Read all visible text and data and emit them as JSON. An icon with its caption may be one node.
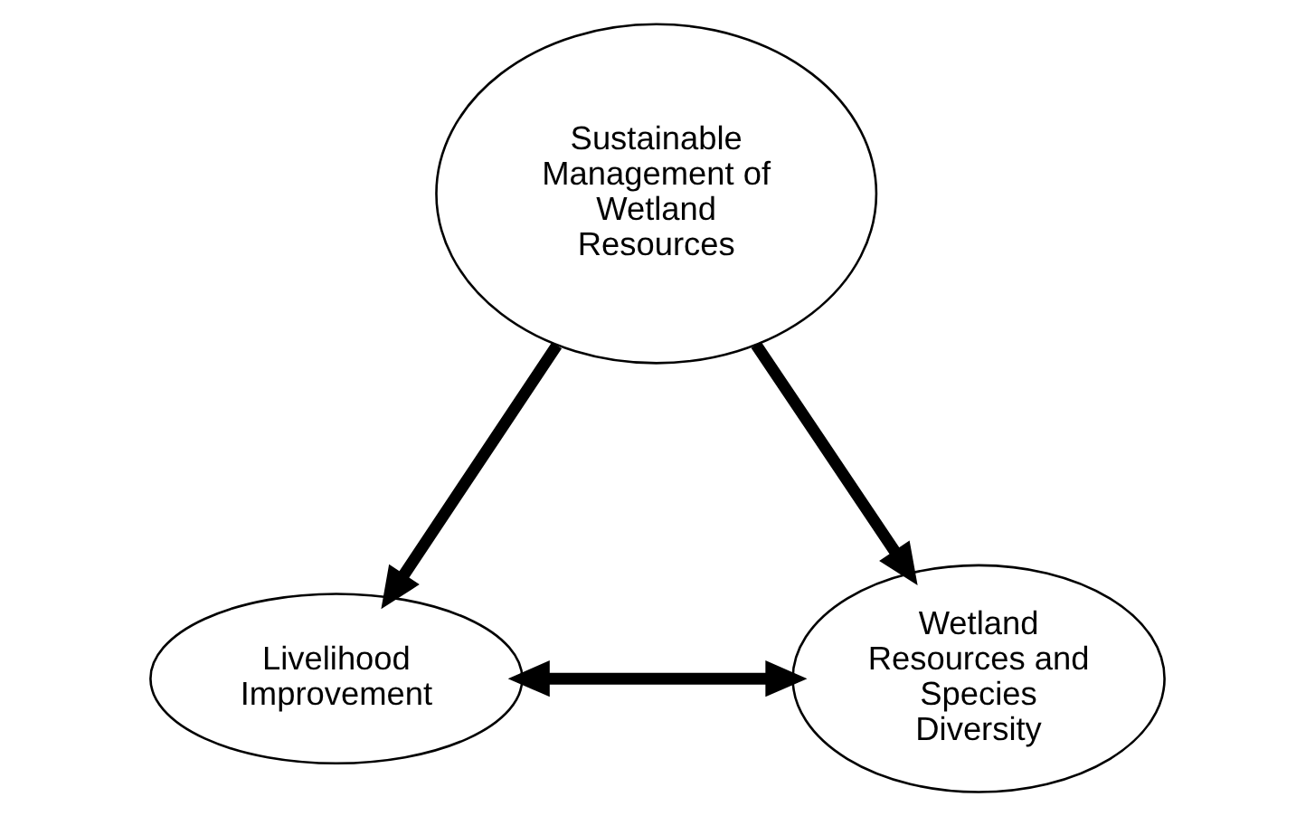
{
  "diagram": {
    "nodes": [
      {
        "text": [
          "Sustainable Management of Wetland Resources"
        ]
      },
      {
        "text": [
          "Livelihood Improvement"
        ]
      },
      {
        "text": [
          "Wetland Resources and Species Diversity"
        ]
      }
    ],
    "edges": [
      {
        "from": 0,
        "to": 1,
        "arrow": "to"
      },
      {
        "from": 0,
        "to": 2,
        "arrow": "to"
      },
      {
        "from": 1,
        "to": 2,
        "arrow": "both"
      }
    ]
  }
}
